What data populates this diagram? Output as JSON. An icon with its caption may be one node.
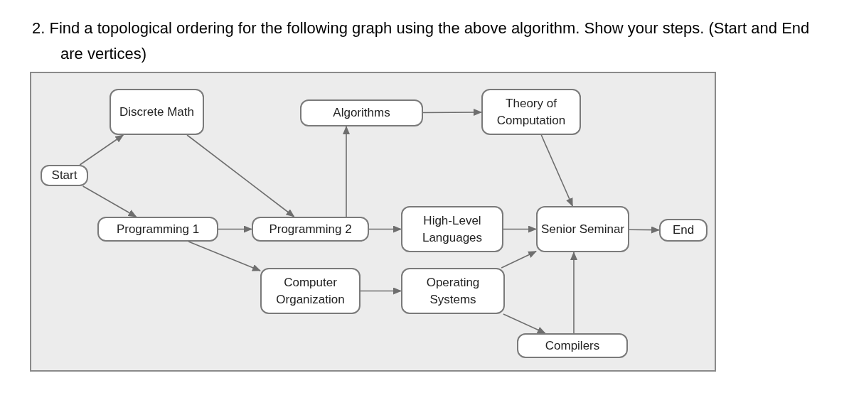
{
  "diagram": {
    "title": "2. Find a topological ordering for the following graph using the above algorithm. Show your steps. (Start and End are vertices)",
    "nodes": [
      {
        "text": [
          "Start"
        ]
      },
      {
        "text": [
          "Discrete Math"
        ]
      },
      {
        "text": [
          "Programming 1"
        ]
      },
      {
        "text": [
          "Algorithms"
        ]
      },
      {
        "text": [
          "Theory of Computation"
        ]
      },
      {
        "text": [
          "Programming 2"
        ]
      },
      {
        "text": [
          "High-Level Languages"
        ]
      },
      {
        "text": [
          "Senior Seminar"
        ]
      },
      {
        "text": [
          "End"
        ]
      },
      {
        "text": [
          "Computer Organization"
        ]
      },
      {
        "text": [
          "Operating Systems"
        ]
      },
      {
        "text": [
          "Compilers"
        ]
      }
    ],
    "edges": [
      {
        "from": 0,
        "to": 1,
        "arrow": "to"
      },
      {
        "from": 0,
        "to": 2,
        "arrow": "to"
      },
      {
        "from": 1,
        "to": 5,
        "arrow": "to"
      },
      {
        "from": 2,
        "to": 5,
        "arrow": "to"
      },
      {
        "from": 2,
        "to": 9,
        "arrow": "to"
      },
      {
        "from": 5,
        "to": 3,
        "arrow": "to"
      },
      {
        "from": 3,
        "to": 4,
        "arrow": "to"
      },
      {
        "from": 5,
        "to": 6,
        "arrow": "to"
      },
      {
        "from": 4,
        "to": 7,
        "arrow": "to"
      },
      {
        "from": 6,
        "to": 7,
        "arrow": "to"
      },
      {
        "from": 7,
        "to": 8,
        "arrow": "to"
      },
      {
        "from": 9,
        "to": 10,
        "arrow": "to"
      },
      {
        "from": 10,
        "to": 7,
        "arrow": "to"
      },
      {
        "from": 10,
        "to": 11,
        "arrow": "to"
      },
      {
        "from": 11,
        "to": 7,
        "arrow": "to"
      }
    ]
  }
}
